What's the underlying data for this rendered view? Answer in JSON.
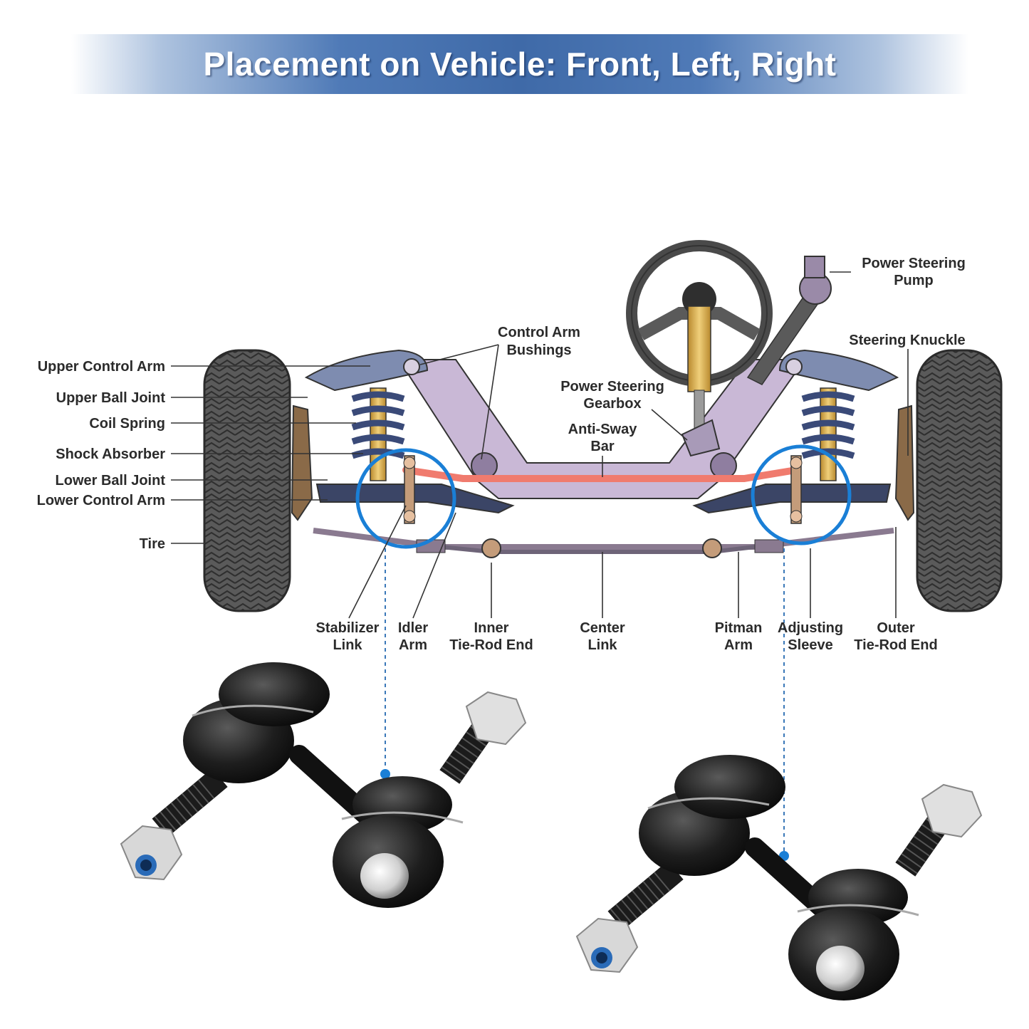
{
  "banner": {
    "title": "Placement on Vehicle: Front, Left, Right"
  },
  "labels": {
    "power_steering_pump": [
      "Power Steering",
      "Pump"
    ],
    "steering_knuckle": "Steering Knuckle",
    "control_arm_bushings": [
      "Control Arm",
      "Bushings"
    ],
    "upper_control_arm": "Upper Control Arm",
    "upper_ball_joint": "Upper Ball Joint",
    "coil_spring": "Coil Spring",
    "shock_absorber": "Shock Absorber",
    "lower_ball_joint": "Lower Ball Joint",
    "lower_control_arm": "Lower Control Arm",
    "tire": "Tire",
    "power_steering_gearbox": [
      "Power Steering",
      "Gearbox"
    ],
    "anti_sway_bar": [
      "Anti-Sway",
      "Bar"
    ],
    "stabilizer_link": [
      "Stabilizer",
      "Link"
    ],
    "idler_arm": [
      "Idler",
      "Arm"
    ],
    "inner_tie_rod_end": [
      "Inner",
      "Tie-Rod End"
    ],
    "center_link": [
      "Center",
      "Link"
    ],
    "pitman_arm": [
      "Pitman",
      "Arm"
    ],
    "adjusting_sleeve": [
      "Adjusting",
      "Sleeve"
    ],
    "outer_tie_rod_end": [
      "Outer",
      "Tie-Rod End"
    ]
  },
  "colors": {
    "highlight_circle": "#1a7fd6",
    "anti_sway_bar": "#f07b6e",
    "frame": "#c9b8d6",
    "banner": "#3f6aa8"
  }
}
